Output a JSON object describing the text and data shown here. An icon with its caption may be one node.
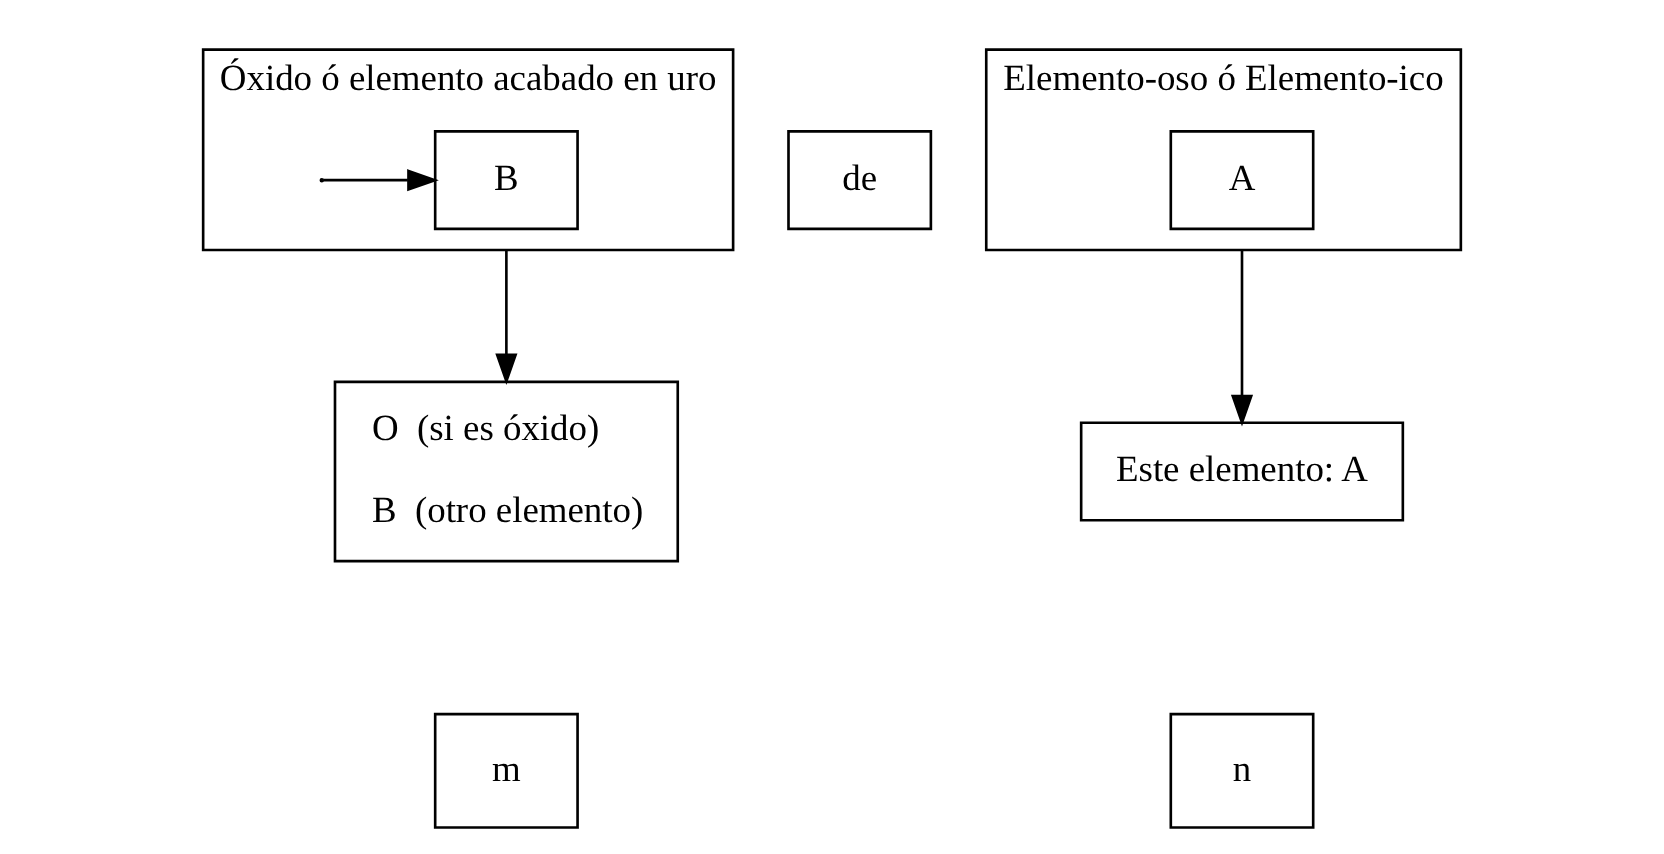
{
  "diagram": {
    "nodes": [
      {
        "text": [
          "Óxido ó elemento acabado en uro"
        ]
      },
      {
        "text": [
          "B"
        ],
        "in": 0
      },
      {
        "text": [
          "de"
        ]
      },
      {
        "text": [
          "Elemento-oso ó Elemento-ico"
        ]
      },
      {
        "text": [
          "A"
        ],
        "in": 3
      },
      {
        "text": [
          "Este elemento: A"
        ]
      },
      {
        "text": [
          "n"
        ]
      },
      {
        "text": [
          "O  (si es óxido)",
          "B  (otro elemento)"
        ]
      },
      {
        "text": [
          "m"
        ]
      }
    ],
    "edges": [
      {
        "from": 0,
        "to": 1,
        "arrow": "to"
      },
      {
        "from": 0,
        "to": 7,
        "arrow": "to"
      },
      {
        "from": 3,
        "to": 5,
        "arrow": "to"
      }
    ]
  }
}
